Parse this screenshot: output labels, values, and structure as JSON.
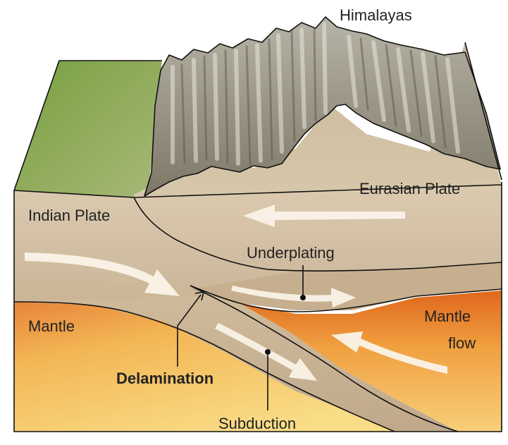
{
  "labels": {
    "himalayas": "Himalayas",
    "eurasian_plate": "Eurasian Plate",
    "indian_plate": "Indian Plate",
    "underplating": "Underplating",
    "mantle": "Mantle",
    "mantle_flow_line1": "Mantle",
    "mantle_flow_line2": "flow",
    "delamination": "Delamination",
    "subduction": "Subduction"
  },
  "colors": {
    "crust": "#d3c1a6",
    "mantle_light": "#f7d27a",
    "mantle_dark": "#e3721f",
    "grass": "#86a845",
    "mountain": "#8f8a7c",
    "arrow": "#fbf3e8",
    "outline": "#111111"
  }
}
